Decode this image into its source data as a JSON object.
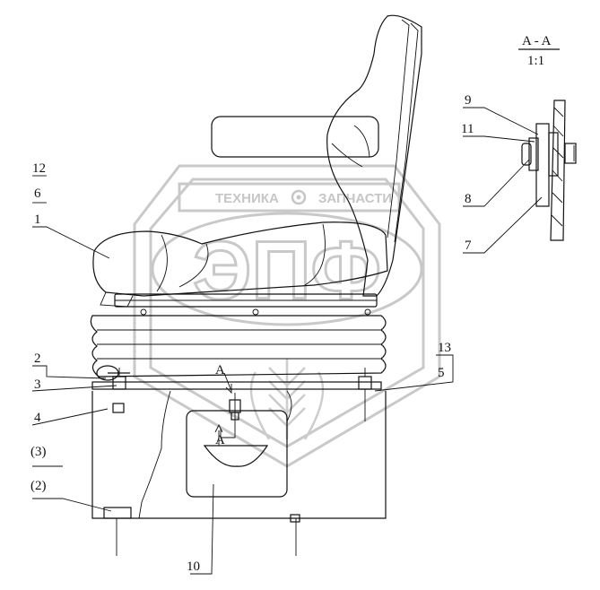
{
  "section": {
    "title": "A - A",
    "scale": "1:1",
    "cut_mark": "A"
  },
  "watermark": {
    "left": "ТЕХНИКА",
    "right": "ЗАПЧАСТИ",
    "logo": "ЭПФ"
  },
  "callouts": {
    "c12": "12",
    "c6": "6",
    "c1": "1",
    "c2": "2",
    "c3": "3",
    "c4": "4",
    "c3p": "(3)",
    "c2p": "(2)",
    "c10": "10",
    "c13": "13",
    "c5": "5",
    "c9": "9",
    "c11": "11",
    "c8": "8",
    "c7": "7"
  }
}
